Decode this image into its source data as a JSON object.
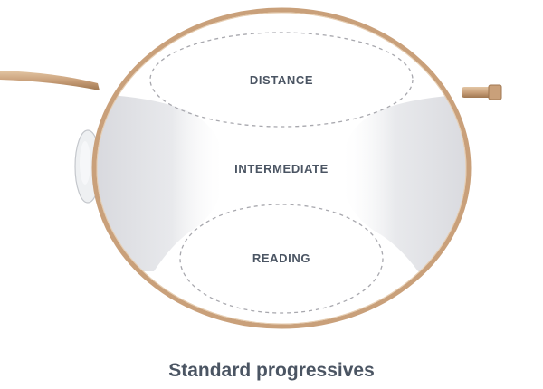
{
  "zones": {
    "distance": "DISTANCE",
    "intermediate": "INTERMEDIATE",
    "reading": "READING"
  },
  "caption": "Standard progressives",
  "colors": {
    "frame": "#c9a07a",
    "frame_dark": "#a57a52",
    "blur": "#dcdde2",
    "label": "#4b5563",
    "dashes": "#a8a8ae"
  }
}
